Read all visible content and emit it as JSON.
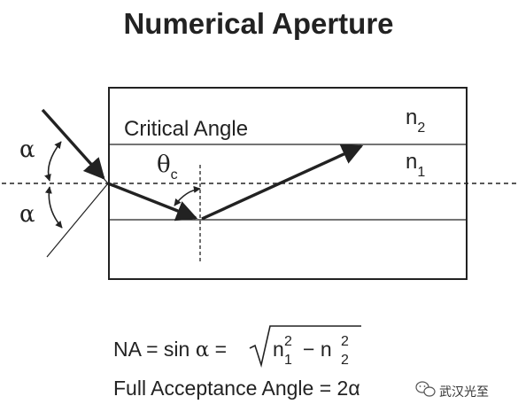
{
  "title": "Numerical Aperture",
  "labels": {
    "critical_angle": "Critical Angle",
    "n2": "n",
    "n2_sub": "2",
    "n1": "n",
    "n1_sub": "1",
    "theta": "θ",
    "theta_sub": "c",
    "alpha_top": "α",
    "alpha_bottom": "α"
  },
  "formula": {
    "na_prefix": "NA = sin ",
    "alpha": "α",
    "eq": " =",
    "n": "n",
    "n1_sup": "2",
    "n1_sub": "1",
    "minus": "− n",
    "n2_sup": "2",
    "n2_sub": "2",
    "acceptance": "Full Acceptance Angle = 2α"
  },
  "watermark": {
    "text": "武汉光至",
    "icon": "wechat-icon"
  }
}
